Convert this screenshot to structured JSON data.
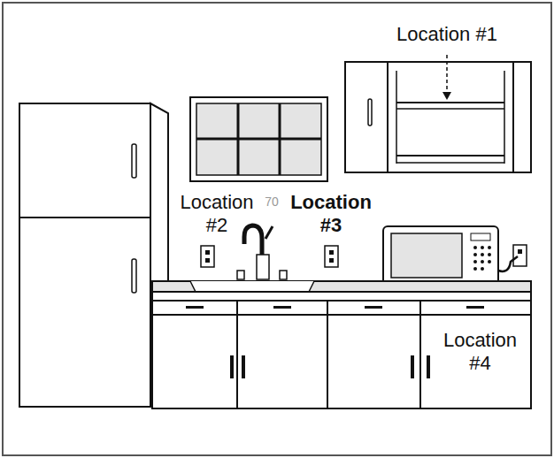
{
  "diagram": {
    "labels": [
      "Location #1",
      "Location #2",
      "70",
      "Location #3",
      "Location #4"
    ]
  }
}
